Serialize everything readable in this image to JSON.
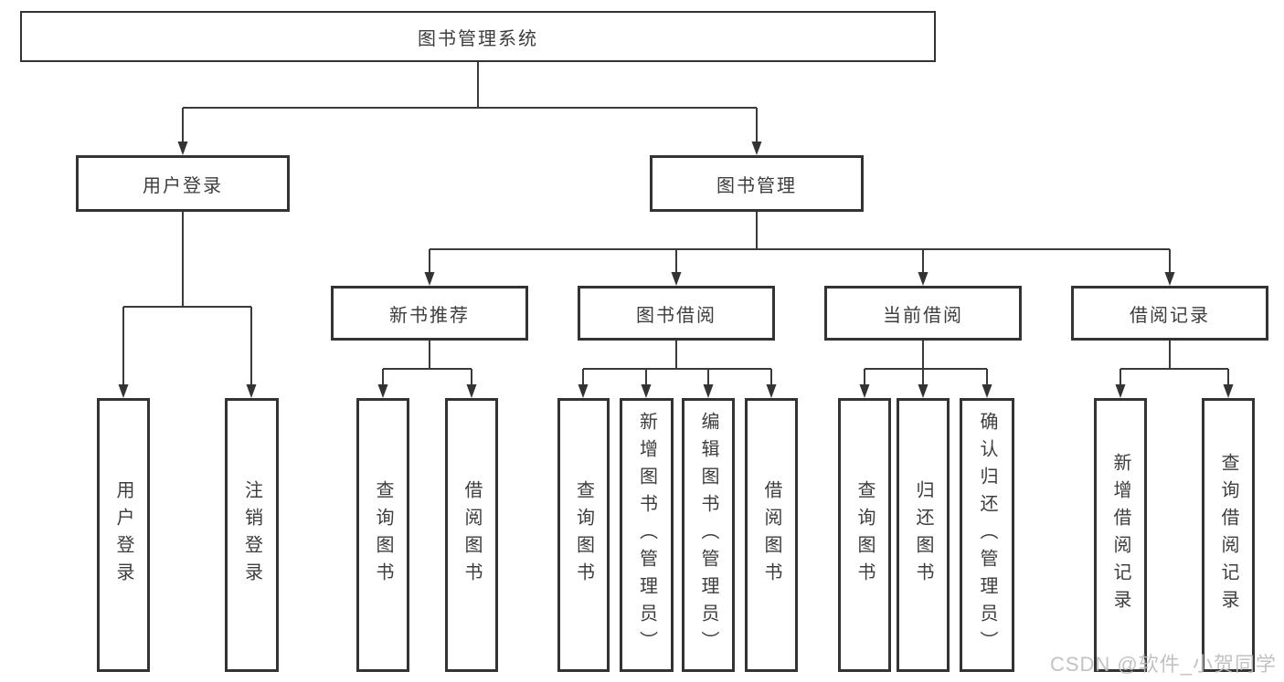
{
  "diagram_title": "图书管理系统",
  "colors": {
    "background": "#ffffff",
    "box_border": "#333333",
    "line": "#3a3a3a",
    "text": "#3d3d3d",
    "watermark": "#bbbbbb"
  },
  "nodes": {
    "root": {
      "label": "图书管理系统"
    },
    "user_login": {
      "label": "用户登录"
    },
    "book_mgmt": {
      "label": "图书管理"
    },
    "new_book_rec": {
      "label": "新书推荐"
    },
    "book_borrow": {
      "label": "图书借阅"
    },
    "current_borrow": {
      "label": "当前借阅"
    },
    "borrow_record": {
      "label": "借阅记录"
    },
    "leaf_user_login": {
      "label": "用户登录"
    },
    "leaf_logout": {
      "label": "注销登录"
    },
    "leaf_query_book_1": {
      "label": "查询图书"
    },
    "leaf_borrow_book_1": {
      "label": "借阅图书"
    },
    "leaf_query_book_2": {
      "label": "查询图书"
    },
    "leaf_add_book": {
      "label": "新增图书（管理员）"
    },
    "leaf_edit_book": {
      "label": "编辑图书（管理员）"
    },
    "leaf_borrow_book_2": {
      "label": "借阅图书"
    },
    "leaf_query_book_3": {
      "label": "查询图书"
    },
    "leaf_return_book": {
      "label": "归还图书"
    },
    "leaf_confirm_return": {
      "label": "确认归还（管理员）"
    },
    "leaf_add_record": {
      "label": "新增借阅记录"
    },
    "leaf_query_record": {
      "label": "查询借阅记录"
    }
  },
  "structure": {
    "root": [
      "user_login",
      "book_mgmt"
    ],
    "user_login": [
      "leaf_user_login",
      "leaf_logout"
    ],
    "book_mgmt": [
      "new_book_rec",
      "book_borrow",
      "current_borrow",
      "borrow_record"
    ],
    "new_book_rec": [
      "leaf_query_book_1",
      "leaf_borrow_book_1"
    ],
    "book_borrow": [
      "leaf_query_book_2",
      "leaf_add_book",
      "leaf_edit_book",
      "leaf_borrow_book_2"
    ],
    "current_borrow": [
      "leaf_query_book_3",
      "leaf_return_book",
      "leaf_confirm_return"
    ],
    "borrow_record": [
      "leaf_add_record",
      "leaf_query_record"
    ]
  },
  "watermark": {
    "text": "CSDN @软件_小贺同学"
  }
}
